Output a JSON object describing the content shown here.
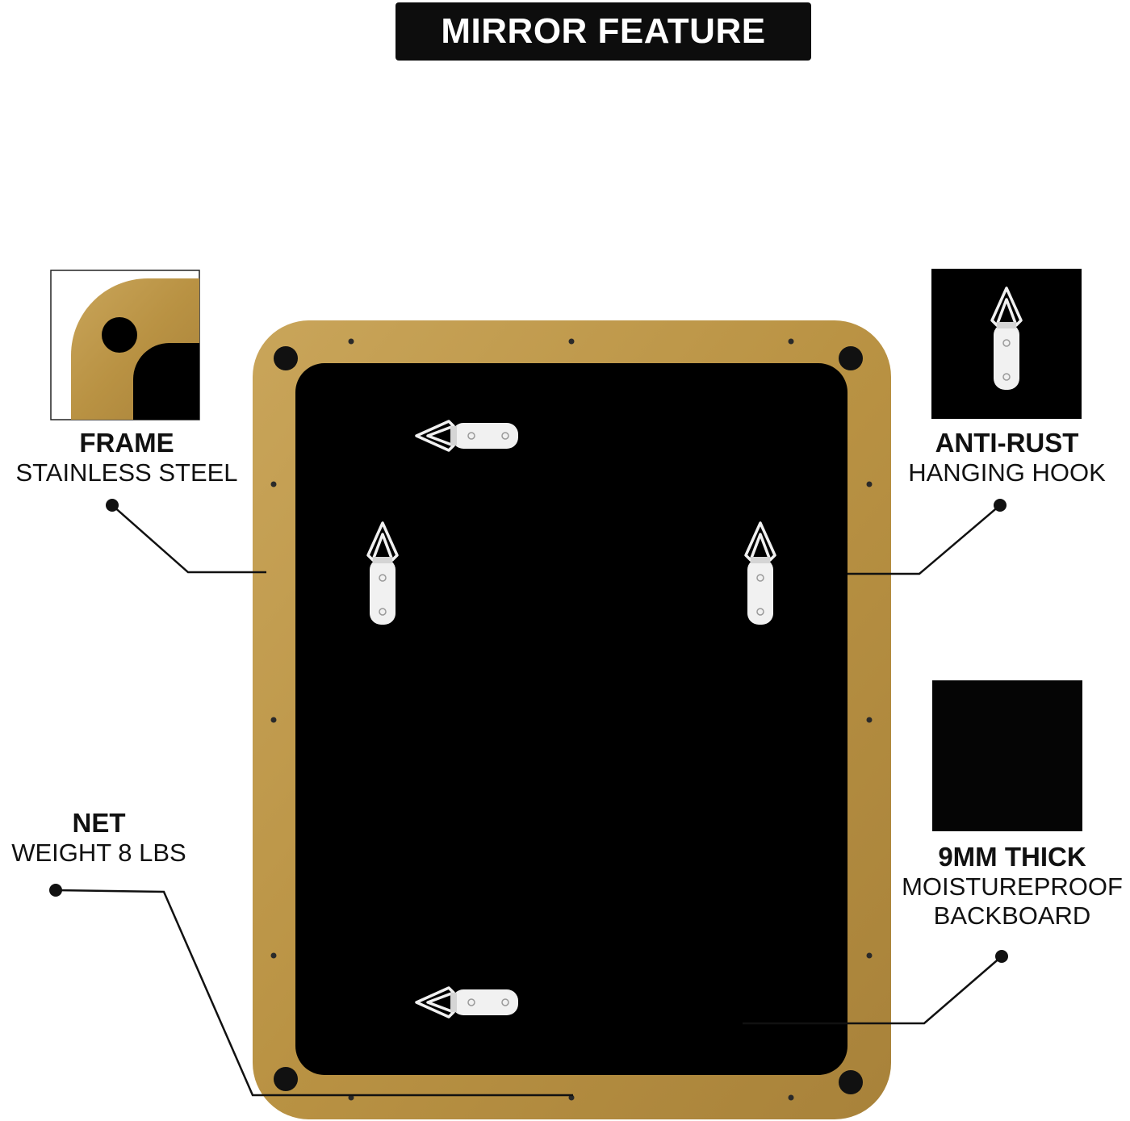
{
  "title": "MIRROR FEATURE",
  "features": {
    "frame": {
      "heading": "FRAME",
      "text": "STAINLESS STEEL"
    },
    "hook": {
      "heading": "ANTI-RUST",
      "text": "HANGING HOOK"
    },
    "weight": {
      "heading": "NET",
      "text": "WEIGHT 8 LBS"
    },
    "backboard": {
      "heading": "9MM THICK",
      "line1": "MOISTUREPROOF",
      "line2": "BACKBOARD"
    }
  },
  "colors": {
    "frame_gold": "#b99243",
    "frame_gold_light": "#c9a55a",
    "backboard": "#000000",
    "hook_silver": "#f1f1f1",
    "banner": "#0d0d0d"
  }
}
